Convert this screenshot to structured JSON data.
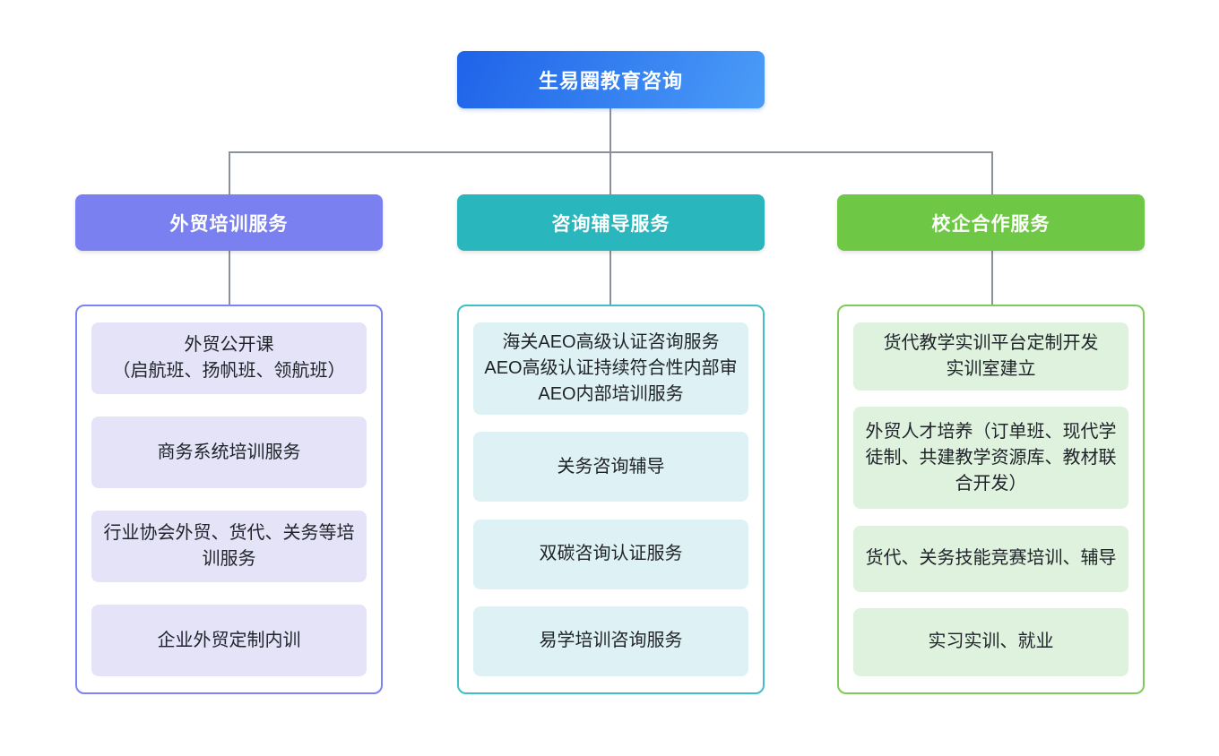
{
  "root": {
    "label": "生易圈教育咨询"
  },
  "colors": {
    "root_gradient_from": "#1e63e9",
    "root_gradient_to": "#4b9cf8",
    "connector_line": "#8b919b",
    "item_text": "#1f2329",
    "background": "#ffffff"
  },
  "branches": [
    {
      "label": "外贸培训服务",
      "header_color": "#7b80f0",
      "border_color": "#7d82f4",
      "item_bg": "#e4e3f8",
      "items": [
        {
          "text": "外贸公开课\n（启航班、扬帆班、领航班）"
        },
        {
          "text": "商务系统培训服务"
        },
        {
          "text": "行业协会外贸、货代、关务等培训服务"
        },
        {
          "text": "企业外贸定制内训"
        }
      ]
    },
    {
      "label": "咨询辅导服务",
      "header_color": "#29b6bc",
      "border_color": "#3fc0c6",
      "item_bg": "#def1f4",
      "items": [
        {
          "text": "海关AEO高级认证咨询服务\nAEO高级认证持续符合性内部审\nAEO内部培训服务"
        },
        {
          "text": "关务咨询辅导"
        },
        {
          "text": "双碳咨询认证服务"
        },
        {
          "text": "易学培训咨询服务"
        }
      ]
    },
    {
      "label": "校企合作服务",
      "header_color": "#6ec845",
      "border_color": "#7fcb5a",
      "item_bg": "#def2de",
      "items": [
        {
          "text": "货代教学实训平台定制开发\n实训室建立"
        },
        {
          "text": "外贸人才培养（订单班、现代学徒制、共建教学资源库、教材联合开发）"
        },
        {
          "text": "货代、关务技能竞赛培训、辅导"
        },
        {
          "text": "实习实训、就业"
        }
      ]
    }
  ]
}
